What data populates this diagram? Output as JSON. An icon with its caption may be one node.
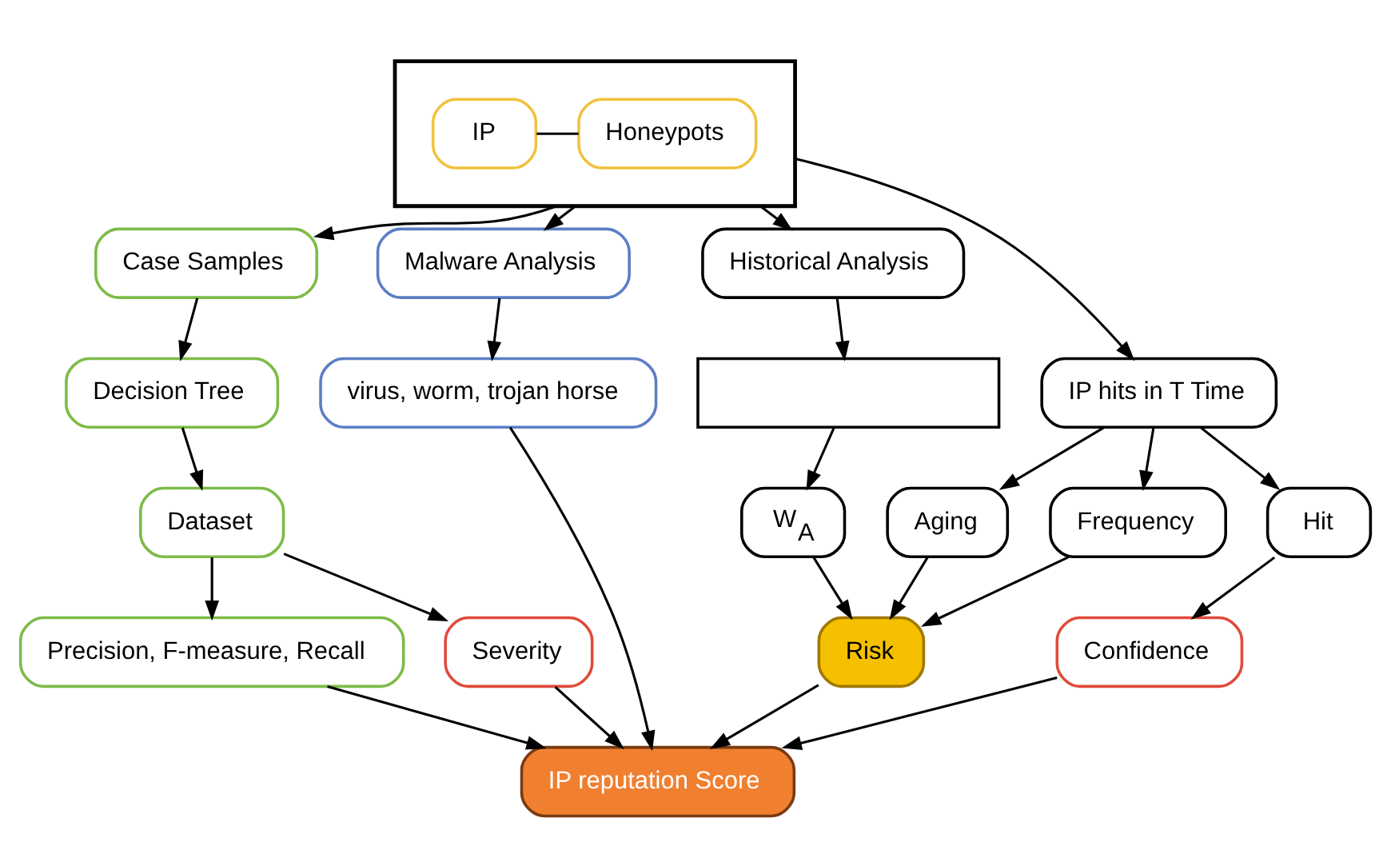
{
  "diagram": {
    "nodes": [
      {
        "text": [],
        "shape": "box"
      },
      {
        "text": [
          "Honeypots"
        ],
        "in": 0
      },
      {
        "text": [
          "IP"
        ],
        "in": 0
      },
      {
        "text": [
          "Case Samples"
        ]
      },
      {
        "text": [
          "Decision Tree"
        ]
      },
      {
        "text": [
          "Dataset"
        ]
      },
      {
        "text": [
          "Precision, F-measure, Recall"
        ]
      },
      {
        "text": [
          "Malware Analysis"
        ]
      },
      {
        "text": [
          "virus, worm, trojan horse"
        ]
      },
      {
        "text": [
          "Historical Analysis"
        ]
      },
      {
        "text": [],
        "shape": "box"
      },
      {
        "text": [
          "W$_{A}$"
        ]
      },
      {
        "text": [
          "IP hits in T Time"
        ]
      },
      {
        "text": [
          "Aging"
        ]
      },
      {
        "text": [
          "Hit"
        ]
      },
      {
        "text": [
          "Frequency"
        ]
      },
      {
        "text": [
          "Risk"
        ]
      },
      {
        "text": [
          "Severity"
        ]
      },
      {
        "text": [
          "Confidence"
        ]
      },
      {
        "text": [
          "IP reputation Score"
        ]
      }
    ],
    "edges": [
      {
        "from": 1,
        "to": 2,
        "arrow": "none"
      },
      {
        "from": 0,
        "to": 3,
        "arrow": "to"
      },
      {
        "from": 0,
        "to": 7,
        "arrow": "to"
      },
      {
        "from": 0,
        "to": 9,
        "arrow": "to"
      },
      {
        "from": 0,
        "to": 12,
        "arrow": "to"
      },
      {
        "from": 3,
        "to": 4,
        "arrow": "to"
      },
      {
        "from": 4,
        "to": 5,
        "arrow": "to"
      },
      {
        "from": 5,
        "to": 6,
        "arrow": "to"
      },
      {
        "from": 7,
        "to": 8,
        "arrow": "to"
      },
      {
        "from": 9,
        "to": 10,
        "arrow": "to"
      },
      {
        "from": 10,
        "to": 11,
        "arrow": "to"
      },
      {
        "from": 11,
        "to": 16,
        "arrow": "to"
      },
      {
        "from": 12,
        "to": 13,
        "arrow": "to"
      },
      {
        "from": 12,
        "to": 15,
        "arrow": "to"
      },
      {
        "from": 12,
        "to": 14,
        "arrow": "to"
      },
      {
        "from": 13,
        "to": 16,
        "arrow": "to"
      },
      {
        "from": 15,
        "to": 16,
        "arrow": "to"
      },
      {
        "from": 5,
        "to": 17,
        "arrow": "to"
      },
      {
        "from": 14,
        "to": 18,
        "arrow": "to"
      },
      {
        "from": 16,
        "to": 19,
        "arrow": "to"
      },
      {
        "from": 17,
        "to": 19,
        "arrow": "to"
      },
      {
        "from": 8,
        "to": 19,
        "arrow": "to"
      },
      {
        "from": 6,
        "to": 19,
        "arrow": "to"
      },
      {
        "from": 18,
        "to": 19,
        "arrow": "to"
      }
    ]
  }
}
